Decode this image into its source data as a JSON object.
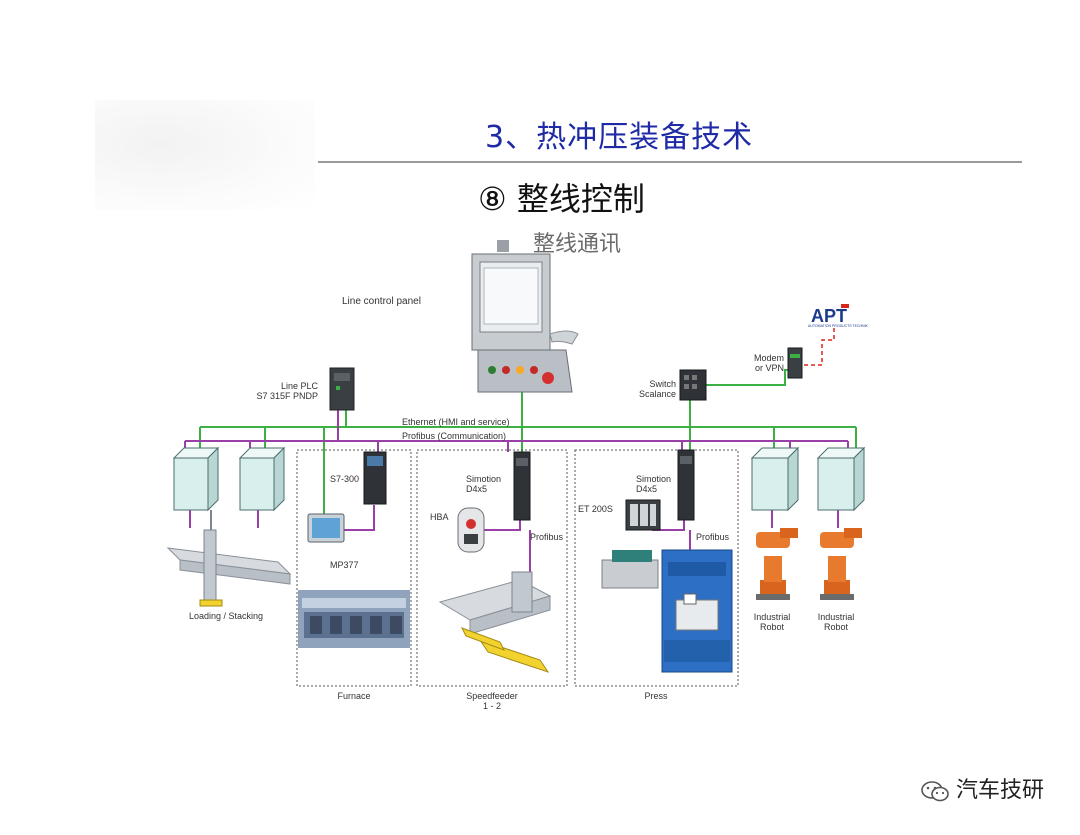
{
  "header": {
    "title": "3、热冲压装备技术",
    "subtitle": "⑧ 整线控制",
    "subsubtitle": "整线通讯"
  },
  "diagram": {
    "line_control_panel": "Line control panel",
    "line_plc": [
      "Line PLC",
      "S7 315F PNDP"
    ],
    "ethernet_label": "Ethernet (HMI and service)",
    "profibus_label": "Profibus (Communication)",
    "switch_label": [
      "Switch",
      "Scalance"
    ],
    "modem_label": [
      "Modem",
      "or VPN"
    ],
    "apt_logo": "APT",
    "apt_tagline": "AUTOMATION PRODUCTS TECHNIK",
    "s7_300": "S7-300",
    "mp377": "MP377",
    "simotion_1": [
      "Simotion",
      "D4x5"
    ],
    "hba": "HBA",
    "profibus_1": "Profibus",
    "simotion_2": [
      "Simotion",
      "D4x5"
    ],
    "et200s": "ET 200S",
    "profibus_2": "Profibus",
    "loading_stacking": "Loading / Stacking",
    "furnace": "Furnace",
    "speedfeeder": [
      "Speedfeeder",
      "1 - 2"
    ],
    "press": "Press",
    "robot_1": [
      "Industrial",
      "Robot"
    ],
    "robot_2": [
      "Industrial",
      "Robot"
    ]
  },
  "colors": {
    "ethernet": "#3cb043",
    "profibus": "#9b3fa8",
    "title_blue": "#1f2aa6",
    "module_fill": "#d9efee",
    "apt_red": "#d8261c",
    "apt_blue": "#1b3a8c"
  },
  "watermark": {
    "icon": "wechat-icon",
    "text": "汽车技研"
  }
}
